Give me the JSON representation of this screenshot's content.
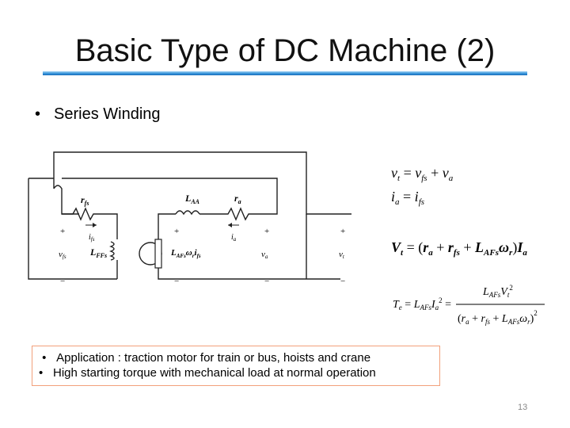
{
  "title": "Basic Type of DC Machine (2)",
  "bullet": "Series Winding",
  "bullet_symbol": "•",
  "circuit": {
    "r_fs": "r",
    "r_fs_sub": "fs",
    "L_FFs": "L",
    "L_FFs_sub": "FFs",
    "L_AA": "L",
    "L_AA_sub": "AA",
    "r_a": "r",
    "r_a_sub": "a",
    "i_fs": "i",
    "i_fs_sub": "fs",
    "i_a": "i",
    "i_a_sub": "a",
    "v_fs": "v",
    "v_fs_sub": "fs",
    "v_a": "v",
    "v_a_sub": "a",
    "v_t": "v",
    "v_t_sub": "t",
    "emf": "L",
    "emf_sub": "AFs",
    "emf_rest": "ω",
    "emf_rest_sub": "r",
    "emf_i": "i",
    "emf_i_sub": "fs",
    "plus": "+",
    "minus": "−"
  },
  "equations": {
    "eq1": "v_t = v_fs + v_a",
    "eq2": "i_a = i_fs",
    "eq3": "V_t = (r_a + r_fs + L_AFs ω_r) I_a",
    "eq4": "T_e = L_AFs I_a^2 = L_AFs V_t^2 / (r_a + r_fs + L_AFs ω_r)^2"
  },
  "box": {
    "bullet": "•",
    "line1": "Application : traction motor for train or bus, hoists and crane",
    "line2": "High starting torque with mechanical load at normal operation"
  },
  "page_number": "13"
}
